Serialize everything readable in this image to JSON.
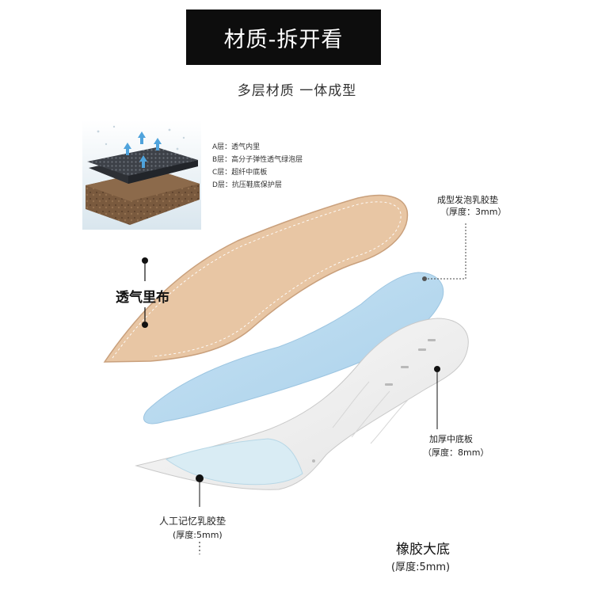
{
  "header": {
    "title": "材质-拆开看",
    "subtitle": "多层材质 一体成型"
  },
  "legend": {
    "items": [
      "A层：透气内里",
      "B层：高分子弹性透气绿泡层",
      "C层：超纤中底板",
      "D层：抗压鞋底保护层"
    ]
  },
  "callouts": {
    "foam_pad": {
      "name": "成型发泡乳胶垫",
      "thickness": "（厚度：3mm）"
    },
    "breathable_lining": {
      "name": "透气里布"
    },
    "midsole_board": {
      "name": "加厚中底板",
      "thickness": "（厚度：8mm）"
    },
    "memory_latex_pad": {
      "name": "人工记忆乳胶垫",
      "thickness": "(厚度:5mm)"
    },
    "rubber_outsole": {
      "name": "橡胶大底",
      "thickness": "(厚度:5mm)"
    }
  },
  "colors": {
    "banner": "#0d0d0d",
    "lining": "#e8c6a4",
    "foam": "#bcdcf0",
    "outsole": "#f2f2f2"
  }
}
